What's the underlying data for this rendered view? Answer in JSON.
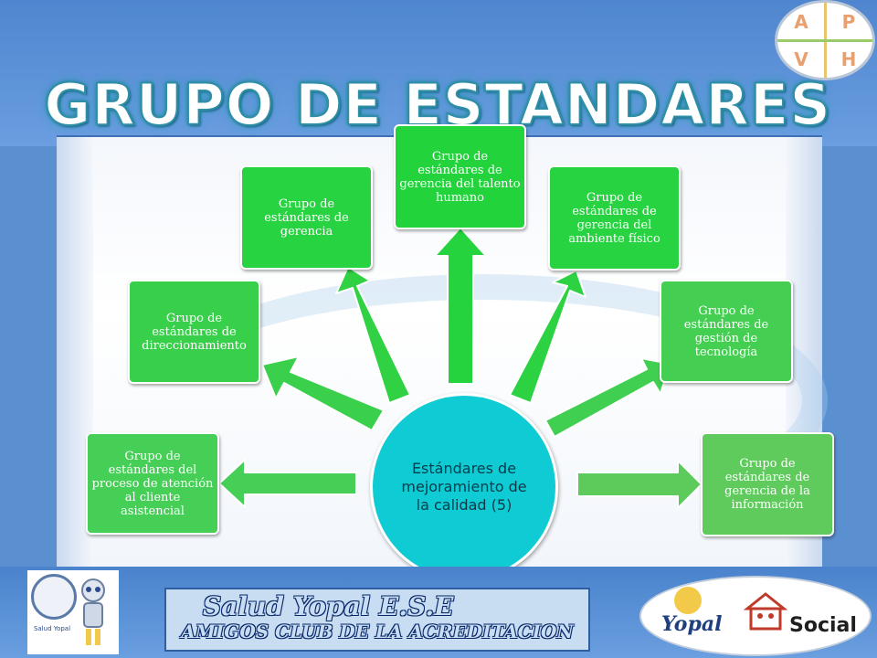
{
  "header": {
    "title": "GRUPO DE ESTANDARES"
  },
  "badge": {
    "a": "A",
    "p": "P",
    "v": "V",
    "h": "H"
  },
  "diagram": {
    "center": "Estándares de mejoramiento de la calidad (5)",
    "boxes": [
      "Grupo de estándares del proceso de atención al cliente asistencial",
      "Grupo de estándares de direccionamiento",
      "Grupo de estándares de gerencia",
      "Grupo de estándares de gerencia del talento humano",
      "Grupo de estándares de gerencia del ambiente físico",
      "Grupo de estándares de gestión de tecnología",
      "Grupo de estándares de gerencia de la información"
    ]
  },
  "footer": {
    "banner_line1": "Salud Yopal  E.S.E",
    "banner_line2": "AMIGOS CLUB DE LA ACREDITACION",
    "logo_right_left": "Yopal",
    "logo_right_right": "Social",
    "logo_left_label": "Salud Yopal"
  },
  "colors": {
    "center": "#0fcbd3",
    "box_green": "#2ed14e",
    "header_bg": "#4f86cf"
  }
}
